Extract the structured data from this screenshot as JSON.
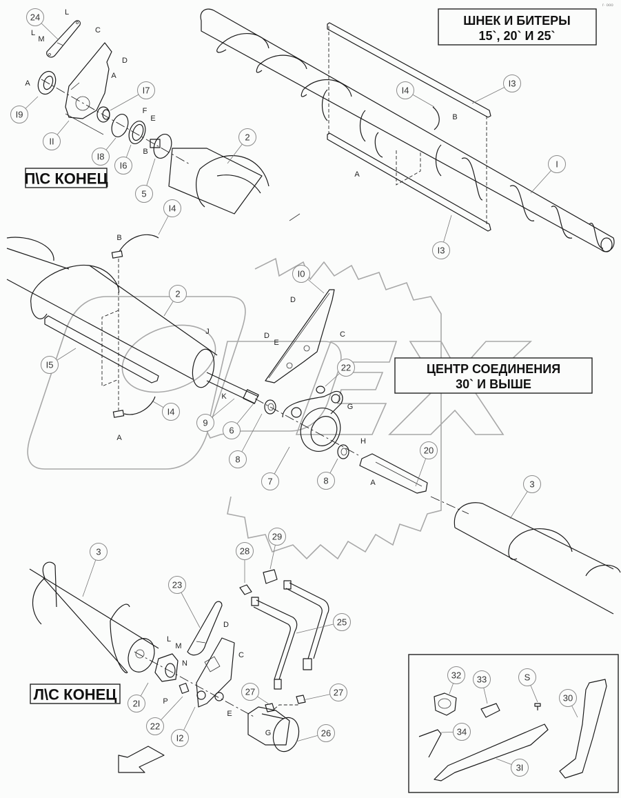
{
  "diagram": {
    "type": "exploded-parts-diagram",
    "colors": {
      "line": "#1a1a1a",
      "callout": "#8a8a8a",
      "watermark": "#a8a8a8",
      "background": "#fbfcfb"
    },
    "corner_mark": "r· ooo",
    "titles": {
      "top_right": {
        "line1": "ШНЕК И БИТЕРЫ",
        "line2": "15`, 20` И 25`"
      },
      "center_right": {
        "line1": "ЦЕНТР СОЕДИНЕНИЯ",
        "line2": "30` И ВЫШЕ"
      },
      "rh_end": "П\\С КОНЕЦ",
      "lh_end": "Л\\С КОНЕЦ"
    },
    "watermark": "OPEX",
    "callouts": [
      {
        "id": "c24",
        "label": "24"
      },
      {
        "id": "c19",
        "label": "I9"
      },
      {
        "id": "c11",
        "label": "II"
      },
      {
        "id": "c17",
        "label": "I7"
      },
      {
        "id": "c18",
        "label": "I8"
      },
      {
        "id": "c16",
        "label": "I6"
      },
      {
        "id": "c5",
        "label": "5"
      },
      {
        "id": "c2a",
        "label": "2"
      },
      {
        "id": "c14a",
        "label": "I4"
      },
      {
        "id": "c13a",
        "label": "I3"
      },
      {
        "id": "c13b",
        "label": "I3"
      },
      {
        "id": "c1",
        "label": "I"
      },
      {
        "id": "c14b",
        "label": "I4"
      },
      {
        "id": "c2b",
        "label": "2"
      },
      {
        "id": "c15",
        "label": "I5"
      },
      {
        "id": "c14c",
        "label": "I4"
      },
      {
        "id": "c10",
        "label": "I0"
      },
      {
        "id": "c22a",
        "label": "22"
      },
      {
        "id": "c9",
        "label": "9"
      },
      {
        "id": "c6",
        "label": "6"
      },
      {
        "id": "c8a",
        "label": "8"
      },
      {
        "id": "c7",
        "label": "7"
      },
      {
        "id": "c8b",
        "label": "8"
      },
      {
        "id": "c20",
        "label": "20"
      },
      {
        "id": "c3a",
        "label": "3"
      },
      {
        "id": "c3b",
        "label": "3"
      },
      {
        "id": "c23",
        "label": "23"
      },
      {
        "id": "c28",
        "label": "28"
      },
      {
        "id": "c29",
        "label": "29"
      },
      {
        "id": "c25",
        "label": "25"
      },
      {
        "id": "c21",
        "label": "2I"
      },
      {
        "id": "c22b",
        "label": "22"
      },
      {
        "id": "c12",
        "label": "I2"
      },
      {
        "id": "c27a",
        "label": "27"
      },
      {
        "id": "c27b",
        "label": "27"
      },
      {
        "id": "c26",
        "label": "26"
      },
      {
        "id": "c32",
        "label": "32"
      },
      {
        "id": "c33",
        "label": "33"
      },
      {
        "id": "cS",
        "label": "S"
      },
      {
        "id": "c30",
        "label": "30"
      },
      {
        "id": "c34",
        "label": "34"
      },
      {
        "id": "c31",
        "label": "3I"
      }
    ],
    "letters": [
      {
        "id": "l1",
        "label": "L"
      },
      {
        "id": "l2",
        "label": "L"
      },
      {
        "id": "l3",
        "label": "M"
      },
      {
        "id": "l4",
        "label": "C"
      },
      {
        "id": "l5",
        "label": "D"
      },
      {
        "id": "l6",
        "label": "A"
      },
      {
        "id": "l7",
        "label": "A"
      },
      {
        "id": "l8",
        "label": "F"
      },
      {
        "id": "l9",
        "label": "E"
      },
      {
        "id": "l10",
        "label": "B"
      },
      {
        "id": "l11",
        "label": "A"
      },
      {
        "id": "l12",
        "label": "B"
      },
      {
        "id": "l13",
        "label": "A"
      },
      {
        "id": "l14",
        "label": "B"
      },
      {
        "id": "l15",
        "label": "J"
      },
      {
        "id": "l16",
        "label": "K"
      },
      {
        "id": "l17",
        "label": "D"
      },
      {
        "id": "l18",
        "label": "D"
      },
      {
        "id": "l19",
        "label": "E"
      },
      {
        "id": "l20",
        "label": "C"
      },
      {
        "id": "l21",
        "label": "G"
      },
      {
        "id": "l22",
        "label": "H"
      },
      {
        "id": "l23",
        "label": "A"
      },
      {
        "id": "l24",
        "label": "L"
      },
      {
        "id": "l25",
        "label": "M"
      },
      {
        "id": "l26",
        "label": "N"
      },
      {
        "id": "l27",
        "label": "D"
      },
      {
        "id": "l28",
        "label": "C"
      },
      {
        "id": "l29",
        "label": "P"
      },
      {
        "id": "l30",
        "label": "E"
      },
      {
        "id": "l31",
        "label": "G"
      }
    ]
  }
}
